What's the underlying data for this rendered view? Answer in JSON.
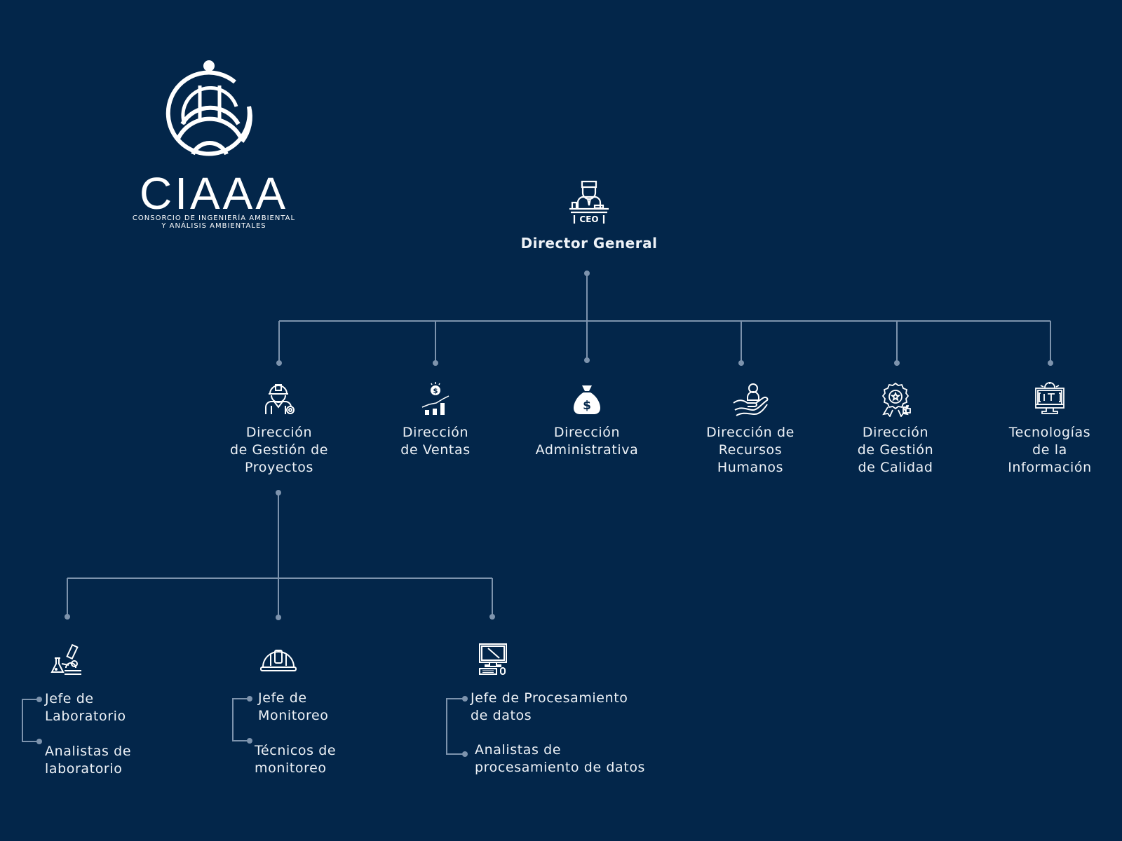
{
  "colors": {
    "background": "#03264a",
    "connector": "#7d93ad",
    "text": "#eef2f7"
  },
  "logo": {
    "wordmark": "CIAAA",
    "subtitle_line1": "CONSORCIO DE INGENIERÍA AMBIENTAL",
    "subtitle_line2": "Y ANÁLISIS AMBIENTALES"
  },
  "ceo": {
    "icon": "ceo-desk-icon",
    "icon_text": "CEO",
    "title": "Director General"
  },
  "directions": [
    {
      "icon": "engineer-gear-icon",
      "title": "Dirección\nde Gestión de\nProyectos"
    },
    {
      "icon": "sales-growth-icon",
      "title": "Dirección\nde Ventas"
    },
    {
      "icon": "money-bag-icon",
      "title": "Dirección\nAdministrativa"
    },
    {
      "icon": "hand-person-icon",
      "title": "Dirección de\nRecursos\nHumanos"
    },
    {
      "icon": "quality-badge-icon",
      "title": "Dirección\nde Gestión\nde Calidad"
    },
    {
      "icon": "it-monitor-icon",
      "title": "Tecnologías\nde la\nInformación"
    }
  ],
  "project_units": [
    {
      "icon": "microscope-lab-icon",
      "head": "Jefe de\nLaboratorio",
      "staff": "Analistas de\nlaboratorio"
    },
    {
      "icon": "hard-hat-icon",
      "head": "Jefe de\nMonitoreo",
      "staff": "Técnicos de\nmonitoreo"
    },
    {
      "icon": "computer-icon",
      "head": "Jefe de Procesamiento\nde datos",
      "staff": "Analistas de\nprocesamiento de datos"
    }
  ]
}
